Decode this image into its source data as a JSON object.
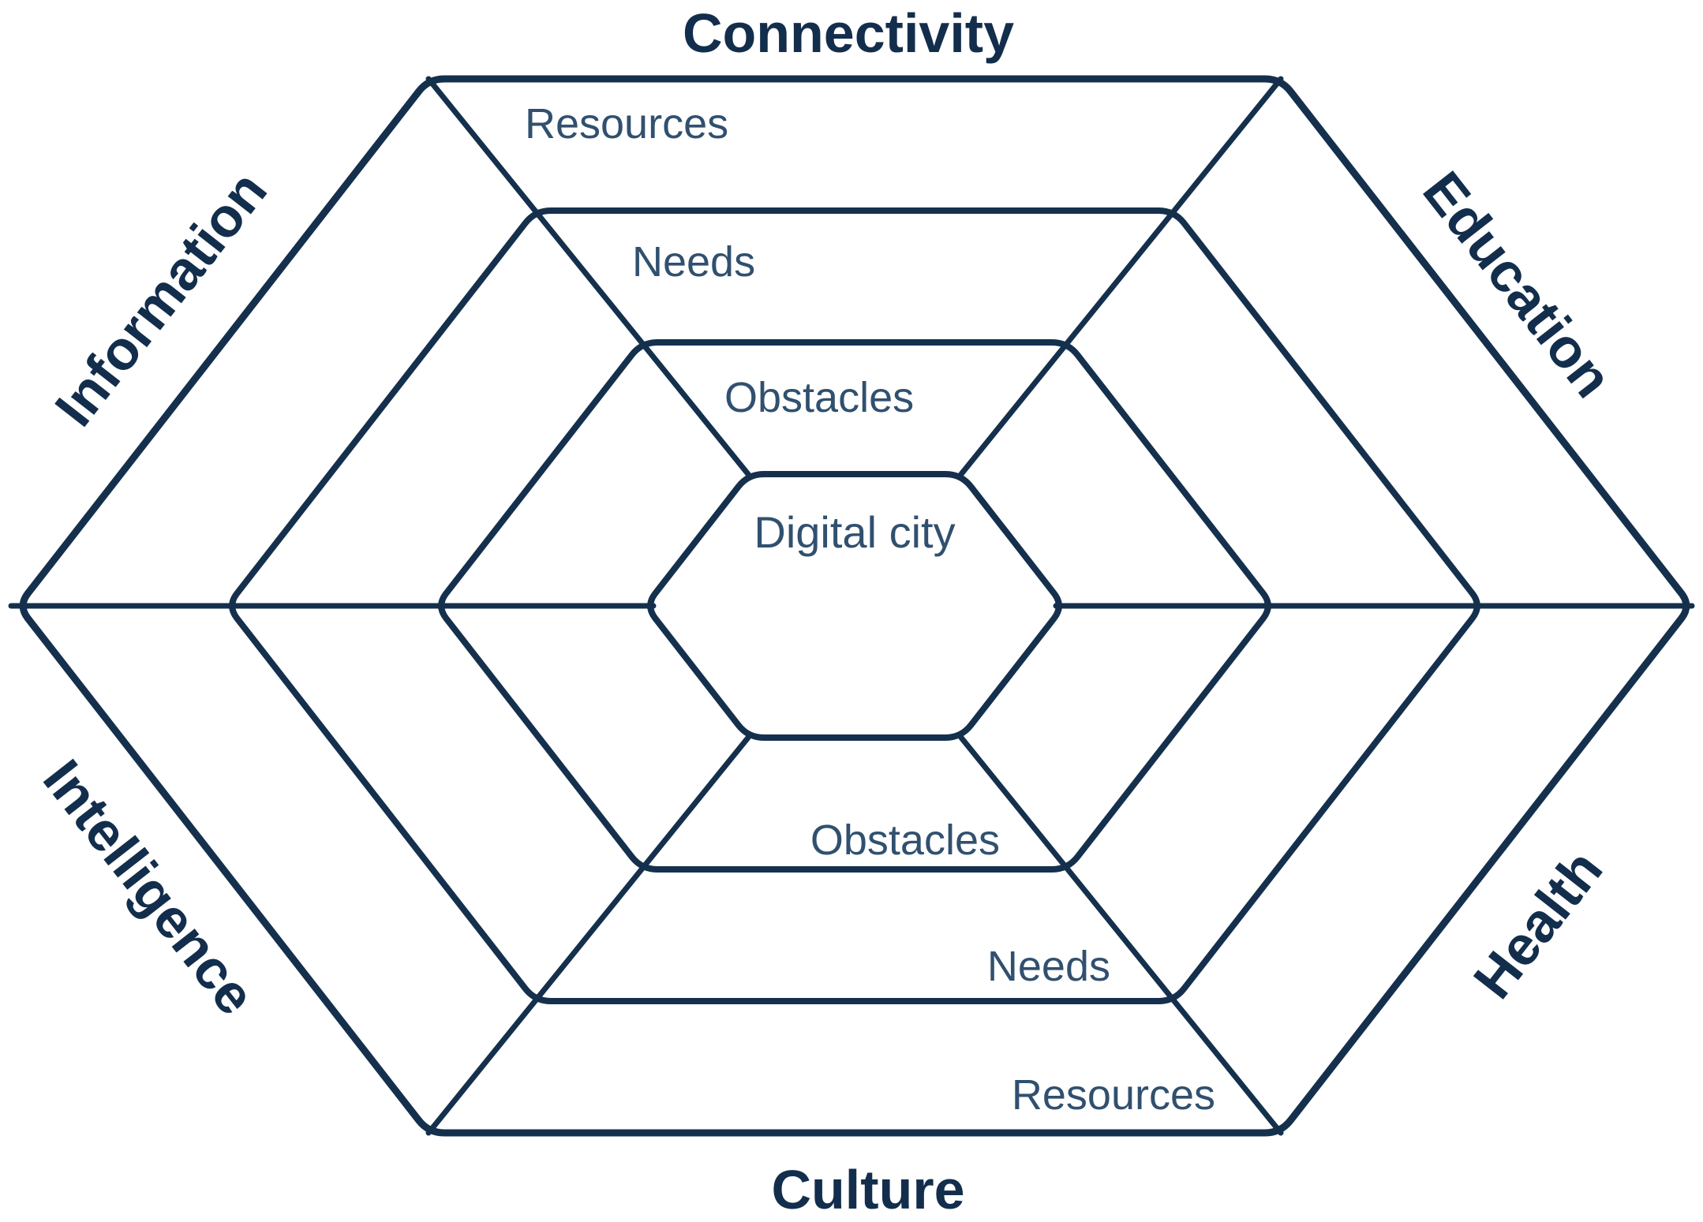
{
  "diagram": {
    "center_label": "Digital city",
    "axes": {
      "top": "Connectivity",
      "top_right": "Education",
      "bottom_right": "Health",
      "bottom": "Culture",
      "bottom_left": "Intelligence",
      "top_left": "Information"
    },
    "rings_top": {
      "resources": "Resources",
      "needs": "Needs",
      "obstacles": "Obstacles"
    },
    "rings_bottom": {
      "obstacles": "Obstacles",
      "needs": "Needs",
      "resources": "Resources"
    },
    "colors": {
      "line": "#15304d",
      "axis_label": "#132e4c",
      "ring_label": "#31506f",
      "background": "#ffffff"
    }
  }
}
